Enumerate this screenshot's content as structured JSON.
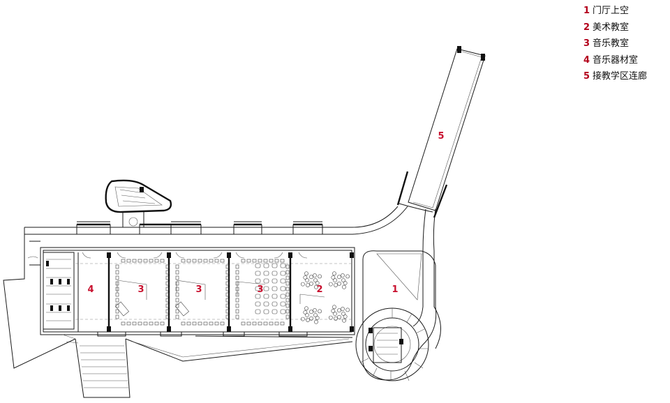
{
  "legend": [
    {
      "num": "1",
      "label": "门厅上空"
    },
    {
      "num": "2",
      "label": "美术教室"
    },
    {
      "num": "3",
      "label": "音乐教室"
    },
    {
      "num": "4",
      "label": "音乐器材室"
    },
    {
      "num": "5",
      "label": "接教学区连廊"
    }
  ],
  "rooms": [
    {
      "id": "r1",
      "num": "1"
    },
    {
      "id": "r2",
      "num": "2"
    },
    {
      "id": "r3a",
      "num": "3"
    },
    {
      "id": "r3b",
      "num": "3"
    },
    {
      "id": "r3c",
      "num": "3"
    },
    {
      "id": "r4",
      "num": "4"
    },
    {
      "id": "r5",
      "num": "5"
    }
  ]
}
